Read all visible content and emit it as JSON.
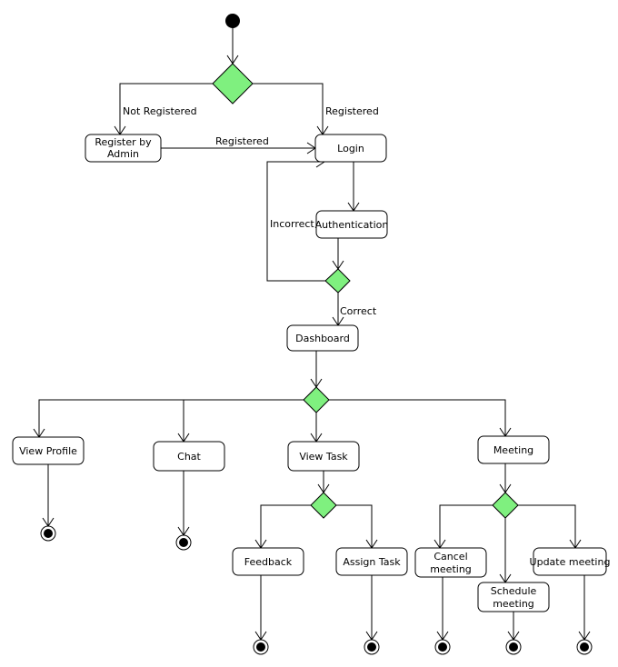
{
  "diagram": {
    "nodes": {
      "register_by_admin": {
        "lines": [
          "Register by",
          "Admin"
        ]
      },
      "login": {
        "lines": [
          "Login"
        ]
      },
      "authentication": {
        "lines": [
          "Authentication"
        ]
      },
      "dashboard": {
        "lines": [
          "Dashboard"
        ]
      },
      "view_profile": {
        "lines": [
          "View Profile"
        ]
      },
      "chat": {
        "lines": [
          "Chat"
        ]
      },
      "view_task": {
        "lines": [
          "View Task"
        ]
      },
      "meeting": {
        "lines": [
          "Meeting"
        ]
      },
      "feedback": {
        "lines": [
          "Feedback"
        ]
      },
      "assign_task": {
        "lines": [
          "Assign Task"
        ]
      },
      "cancel_meeting": {
        "lines": [
          "Cancel",
          "meeting"
        ]
      },
      "schedule_meeting": {
        "lines": [
          "Schedule",
          "meeting"
        ]
      },
      "update_meeting": {
        "lines": [
          "Update meeting"
        ]
      }
    },
    "edge_labels": {
      "not_registered": "Not Registered",
      "registered_right": "Registered",
      "registered_middle": "Registered",
      "incorrect": "Incorrect",
      "correct": "Correct"
    },
    "colors": {
      "decision_fill": "#7ff07f",
      "stroke": "#000000",
      "node_fill": "#ffffff"
    }
  }
}
